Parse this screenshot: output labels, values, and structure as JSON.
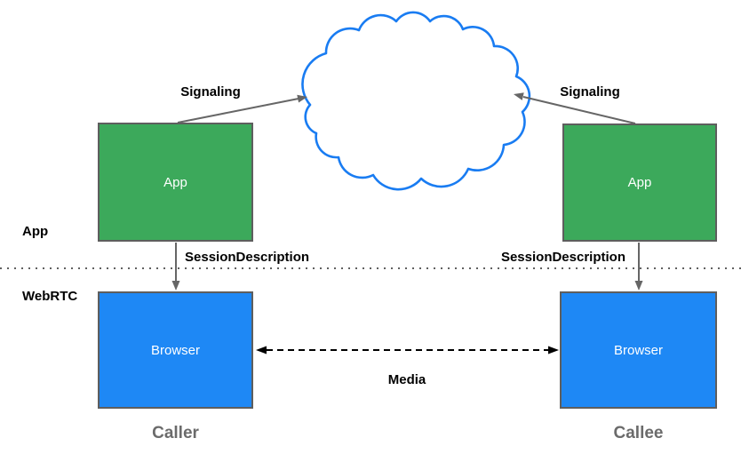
{
  "colors": {
    "canvas_bg": "#ffffff",
    "app_node_fill": "#3ca95b",
    "browser_node_fill": "#1e88f5",
    "node_border": "#5e5e5e",
    "node_text": "#ffffff",
    "cloud_stroke": "#197cf2",
    "arrow_gray": "#666666",
    "media_black": "#000000",
    "divider_gray": "#606060",
    "label_black": "#000000",
    "role_label_gray": "#6b6b6b"
  },
  "diagram": {
    "layers": {
      "top_label": "App",
      "bottom_label": "WebRTC"
    },
    "nodes": {
      "caller_app": {
        "label": "App"
      },
      "callee_app": {
        "label": "App"
      },
      "caller_browser": {
        "label": "Browser"
      },
      "callee_browser": {
        "label": "Browser"
      }
    },
    "edges": {
      "caller_signaling": {
        "label": "Signaling"
      },
      "callee_signaling": {
        "label": "Signaling"
      },
      "caller_session_description": {
        "label": "SessionDescription"
      },
      "callee_session_description": {
        "label": "SessionDescription"
      },
      "media": {
        "label": "Media"
      }
    },
    "roles": {
      "caller": "Caller",
      "callee": "Callee"
    }
  }
}
